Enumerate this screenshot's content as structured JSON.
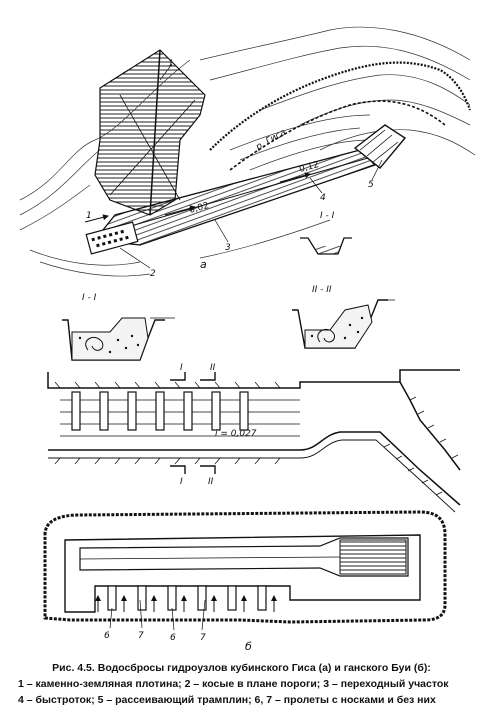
{
  "figure": {
    "caption_title": "Рис. 4.5. Водосбросы гидроузлов кубинского Гиса (а) и ганского Буи (б):",
    "legend_line1": "1 – каменно-земляная плотина; 2 – косые в плане пороги; 3 – переходный участок",
    "legend_line2": "4 – быстроток; 5 – рассеивающий трамплин; 6, 7 – пролеты с носками и без них"
  },
  "plan_a": {
    "river_label": "р. Гиса",
    "slope_upper": "0,12",
    "slope_lower": "0,02",
    "num_1": "1",
    "num_2": "2",
    "num_3": "3",
    "num_4": "4",
    "num_5": "5",
    "flow_num": "1",
    "panel_label": "а",
    "section_label": "I - I"
  },
  "sections": {
    "left_label": "I - I",
    "right_label": "II - II"
  },
  "middle": {
    "slope_label": "i = 0,027",
    "cut_I_top": "I",
    "cut_II_top": "II",
    "cut_I_bottom": "I",
    "cut_II_bottom": "II"
  },
  "plan_b": {
    "label_6a": "6",
    "label_7a": "7",
    "label_6b": "6",
    "label_7b": "7",
    "panel_label": "б"
  }
}
